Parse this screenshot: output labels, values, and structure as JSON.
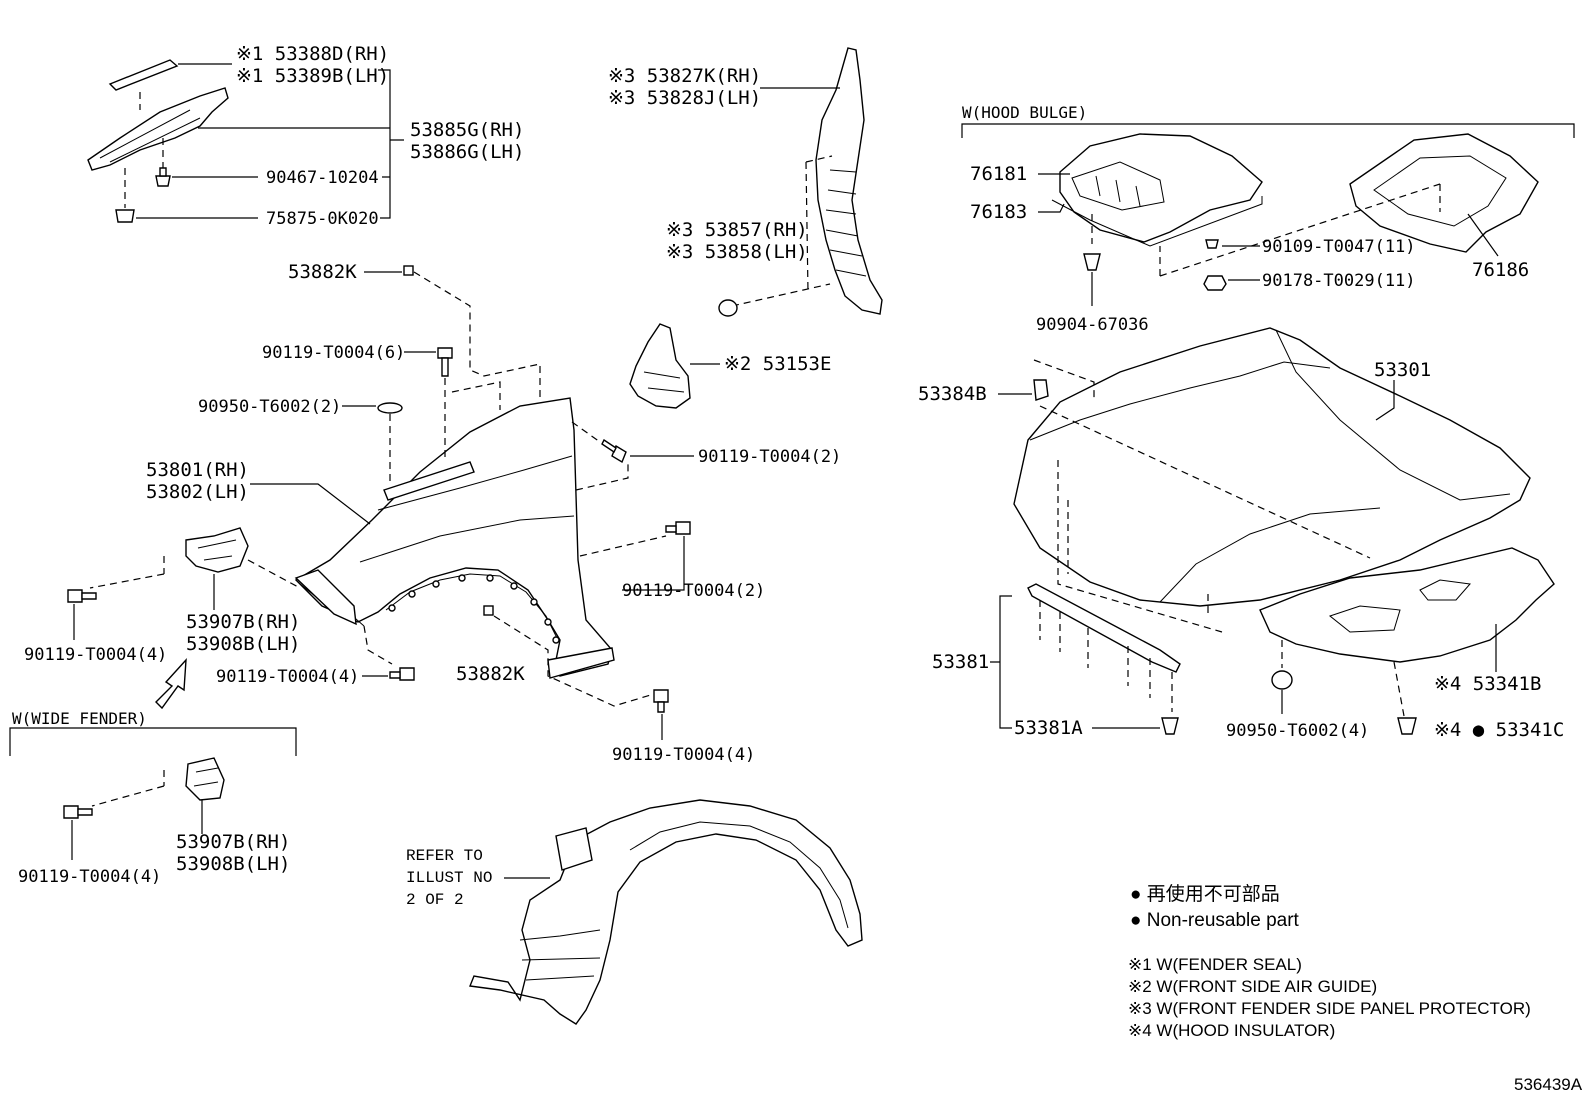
{
  "labels": {
    "fender_seal_rh": "※1 53388D(RH)",
    "fender_seal_lh": "※1 53389B(LH)",
    "seal_retainer_rh": "53885G(RH)",
    "seal_retainer_lh": "53886G(LH)",
    "clip_90467": "90467-10204",
    "clip_75875": "75875-0K020",
    "panel_protector_rh": "※3 53827K(RH)",
    "panel_protector_lh": "※3 53828J(LH)",
    "panel_protector2_rh": "※3 53857(RH)",
    "panel_protector2_lh": "※3 53858(LH)",
    "pad_53882k_top": "53882K",
    "bolt_6": "90119-T0004(6)",
    "air_guide": "※2 53153E",
    "plug_2": "90950-T6002(2)",
    "bolt_2_a": "90119-T0004(2)",
    "fender_rh": "53801(RH)",
    "fender_lh": "53802(LH)",
    "bolt_2_b": "90119-T0004(2)",
    "bracket_rh": "53907B(RH)",
    "bracket_lh": "53908B(LH)",
    "bolt_4_a": "90119-T0004(4)",
    "bolt_4_b": "90119-T0004(4)",
    "pad_53882k_bottom": "53882K",
    "bolt_4_c": "90119-T0004(4)",
    "wide_fender": "W(WIDE FENDER)",
    "bracket2_rh": "53907B(RH)",
    "bracket2_lh": "53908B(LH)",
    "bolt_4_d": "90119-T0004(4)",
    "refer_line1": "REFER TO",
    "refer_line2": "ILLUST NO",
    "refer_line3": "2 OF 2",
    "hood_bulge": "W(HOOD BULGE)",
    "scoop_76181": "76181",
    "gasket_76183": "76183",
    "clip_90109": "90109-T0047(11)",
    "nut_90178": "90178-T0029(11)",
    "seal_76186": "76186",
    "clip_90904": "90904-67036",
    "hood_53301": "53301",
    "cushion_53384b": "53384B",
    "seal_53381": "53381",
    "clip_53381a": "53381A",
    "plug_4": "90950-T6002(4)",
    "insulator": "※4 53341B",
    "insulator_clip": "※4 ● 53341C"
  },
  "legend": {
    "jp": "● 再使用不可部品",
    "en": "● Non-reusable part",
    "note1": "※1 W(FENDER SEAL)",
    "note2": "※2 W(FRONT SIDE AIR GUIDE)",
    "note3": "※3 W(FRONT FENDER SIDE PANEL PROTECTOR)",
    "note4": "※4 W(HOOD INSULATOR)"
  },
  "illustration_code": "536439A"
}
